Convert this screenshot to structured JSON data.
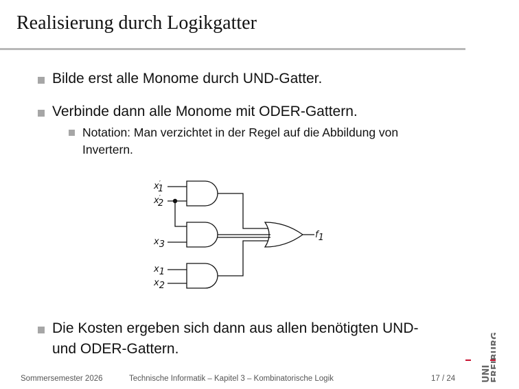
{
  "title": "Realisierung durch Logikgatter",
  "bullets": [
    "Bilde erst alle Monome durch UND-Gatter.",
    "Verbinde dann alle Monome mit ODER-Gattern.",
    "Die Kosten ergeben sich dann aus allen benötigten UND-",
    "und ODER-Gattern."
  ],
  "subbullet": {
    "line1": "Notation: Man verzichtet in der Regel auf die Abbildung von",
    "line2": "Invertern."
  },
  "circuit": {
    "in_x": "x",
    "idx1": "1",
    "idx2": "2",
    "idx3": "3",
    "prime": "′",
    "out_f": "f",
    "out_idx": "1"
  },
  "footer": {
    "semester": "Sommersemester 2026",
    "course": "Technische Informatik – Kapitel 3 – Kombinatorische Logik",
    "page": "17 / 24"
  },
  "logo": {
    "line1": "UNI",
    "line2": "FREIBURG",
    "accent": "#c8102e"
  }
}
